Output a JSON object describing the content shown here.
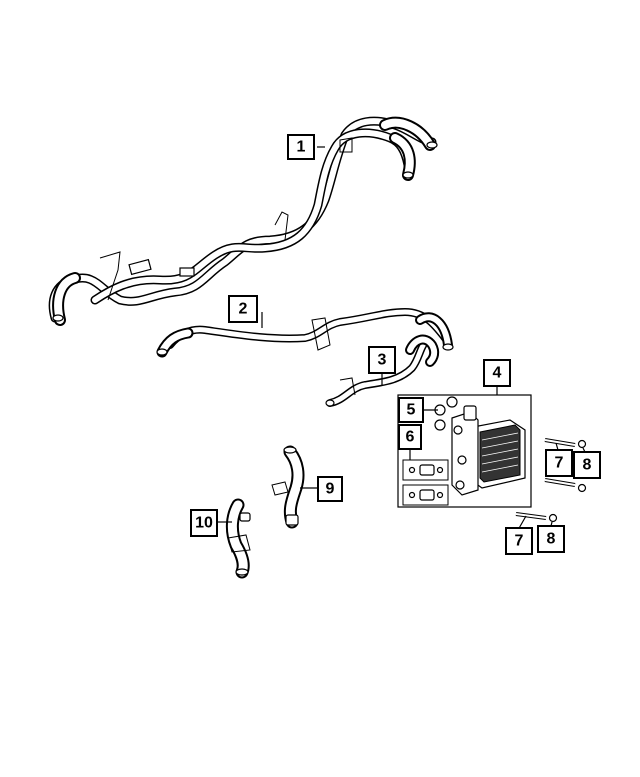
{
  "callouts": {
    "c1": "1",
    "c2": "2",
    "c3": "3",
    "c4": "4",
    "c5": "5",
    "c6": "6",
    "c7a": "7",
    "c8a": "8",
    "c7b": "7",
    "c8b": "8",
    "c9": "9",
    "c10": "10"
  },
  "colors": {
    "line": "#000000",
    "background": "#ffffff"
  },
  "icons": [
    "hose-assembly",
    "oil-cooler",
    "bolt",
    "nut",
    "seal-kit",
    "clamp"
  ]
}
